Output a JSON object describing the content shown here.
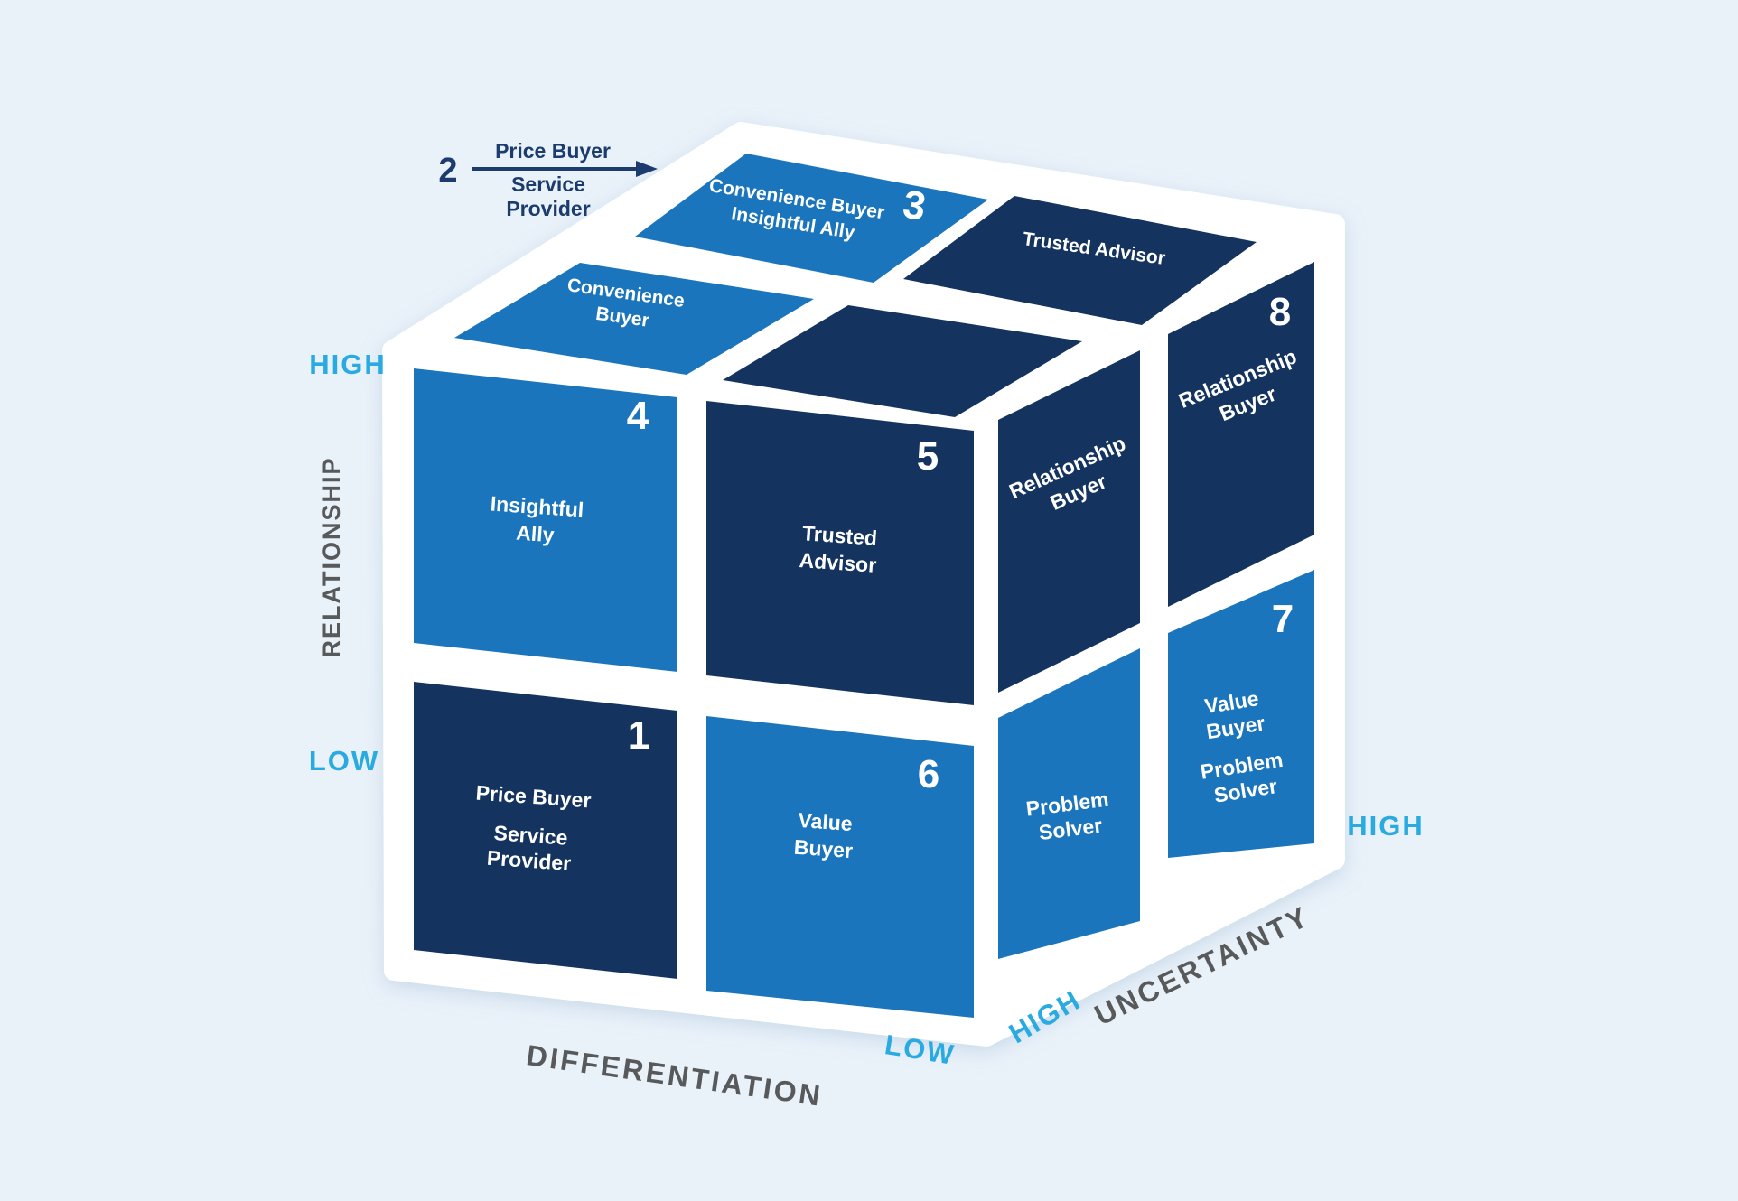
{
  "colors": {
    "background": "#e9f1f9",
    "light_blue": "#1b75bc",
    "dark_navy": "#14345f",
    "cyan": "#29aae1",
    "gray": "#58595b",
    "navy_text": "#1c3c6e",
    "white": "#ffffff"
  },
  "annotation": {
    "number": "2",
    "above_arrow": "Price Buyer",
    "below_line1": "Service",
    "below_line2": "Provider"
  },
  "axes": {
    "relationship": {
      "label": "RELATIONSHIP",
      "high": "HIGH",
      "low": "LOW"
    },
    "differentiation": {
      "label": "DIFFERENTIATION",
      "low": "LOW"
    },
    "uncertainty": {
      "label": "UNCERTAINTY",
      "near_high": "HIGH",
      "far_high": "HIGH"
    }
  },
  "cube": {
    "front": {
      "insightful_ally": {
        "number": "4",
        "line1": "Insightful",
        "line2": "Ally"
      },
      "trusted_advisor": {
        "number": "5",
        "line1": "Trusted",
        "line2": "Advisor"
      },
      "price_service": {
        "number": "1",
        "line1": "Price Buyer",
        "line2": "Service",
        "line3": "Provider"
      },
      "value_buyer": {
        "number": "6",
        "line1": "Value",
        "line2": "Buyer"
      }
    },
    "top": {
      "convenience": {
        "line1": "Convenience",
        "line2": "Buyer"
      },
      "convenience_insightful": {
        "number": "3",
        "line1": "Convenience Buyer",
        "line2": "Insightful Ally"
      },
      "trusted_advisor": {
        "label": "Trusted Advisor"
      }
    },
    "right": {
      "relationship_front": {
        "line1": "Relationship",
        "line2": "Buyer"
      },
      "relationship_back": {
        "number": "8",
        "line1": "Relationship",
        "line2": "Buyer"
      },
      "problem_solver": {
        "line1": "Problem",
        "line2": "Solver"
      },
      "value_problem": {
        "number": "7",
        "line1": "Value",
        "line2": "Buyer",
        "line3": "Problem",
        "line4": "Solver"
      }
    }
  }
}
